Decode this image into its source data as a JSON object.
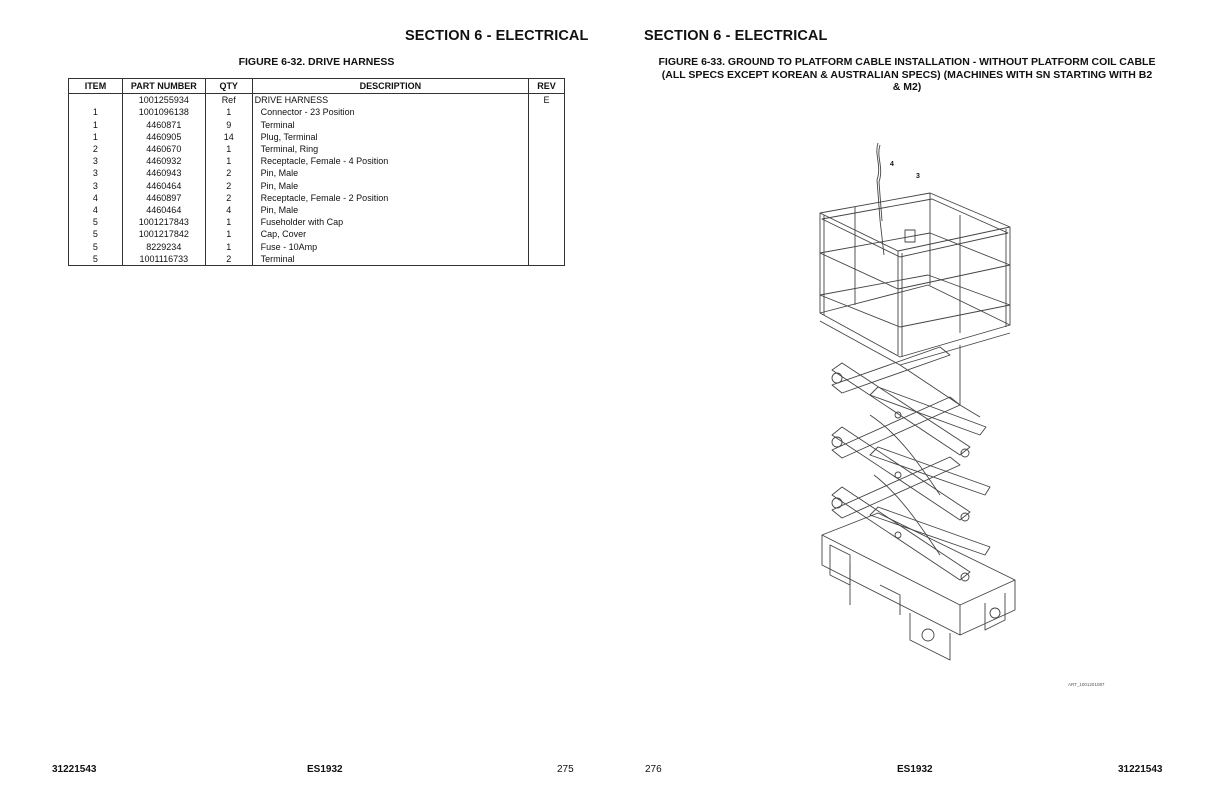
{
  "left_page": {
    "section_title": "SECTION 6 - ELECTRICAL",
    "figure_title": "FIGURE 6-32. DRIVE HARNESS",
    "table": {
      "headers": [
        "ITEM",
        "PART NUMBER",
        "QTY",
        "DESCRIPTION",
        "REV"
      ],
      "rows": [
        {
          "item": "",
          "part": "1001255934",
          "qty": "Ref",
          "desc": "DRIVE HARNESS",
          "rev": "E"
        },
        {
          "item": "1",
          "part": "1001096138",
          "qty": "1",
          "desc": "Connector - 23 Position",
          "rev": ""
        },
        {
          "item": "1",
          "part": "4460871",
          "qty": "9",
          "desc": "Terminal",
          "rev": ""
        },
        {
          "item": "1",
          "part": "4460905",
          "qty": "14",
          "desc": "Plug, Terminal",
          "rev": ""
        },
        {
          "item": "2",
          "part": "4460670",
          "qty": "1",
          "desc": "Terminal, Ring",
          "rev": ""
        },
        {
          "item": "3",
          "part": "4460932",
          "qty": "1",
          "desc": "Receptacle, Female - 4 Position",
          "rev": ""
        },
        {
          "item": "3",
          "part": "4460943",
          "qty": "2",
          "desc": "Pin, Male",
          "rev": ""
        },
        {
          "item": "3",
          "part": "4460464",
          "qty": "2",
          "desc": "Pin, Male",
          "rev": ""
        },
        {
          "item": "4",
          "part": "4460897",
          "qty": "2",
          "desc": "Receptacle, Female - 2 Position",
          "rev": ""
        },
        {
          "item": "4",
          "part": "4460464",
          "qty": "4",
          "desc": "Pin, Male",
          "rev": ""
        },
        {
          "item": "5",
          "part": "1001217843",
          "qty": "1",
          "desc": "Fuseholder with Cap",
          "rev": ""
        },
        {
          "item": "5",
          "part": "1001217842",
          "qty": "1",
          "desc": "Cap, Cover",
          "rev": ""
        },
        {
          "item": "5",
          "part": "8229234",
          "qty": "1",
          "desc": "Fuse - 10Amp",
          "rev": ""
        },
        {
          "item": "5",
          "part": "1001116733",
          "qty": "2",
          "desc": "Terminal",
          "rev": ""
        }
      ]
    },
    "footer": {
      "doc_number": "31221543",
      "model": "ES1932",
      "page": "275"
    }
  },
  "right_page": {
    "section_title": "SECTION 6 - ELECTRICAL",
    "figure_title_lines": [
      "FIGURE 6-33. GROUND TO PLATFORM CABLE INSTALLATION - WITHOUT PLATFORM COIL CABLE",
      "(ALL SPECS EXCEPT KOREAN & AUSTRALIAN SPECS) (MACHINES WITH SN STARTING WITH B2",
      "& M2)"
    ],
    "callouts": [
      "4",
      "3"
    ],
    "art_id": "ART_1001201087",
    "footer": {
      "page": "276",
      "model": "ES1932",
      "doc_number": "31221543"
    }
  }
}
